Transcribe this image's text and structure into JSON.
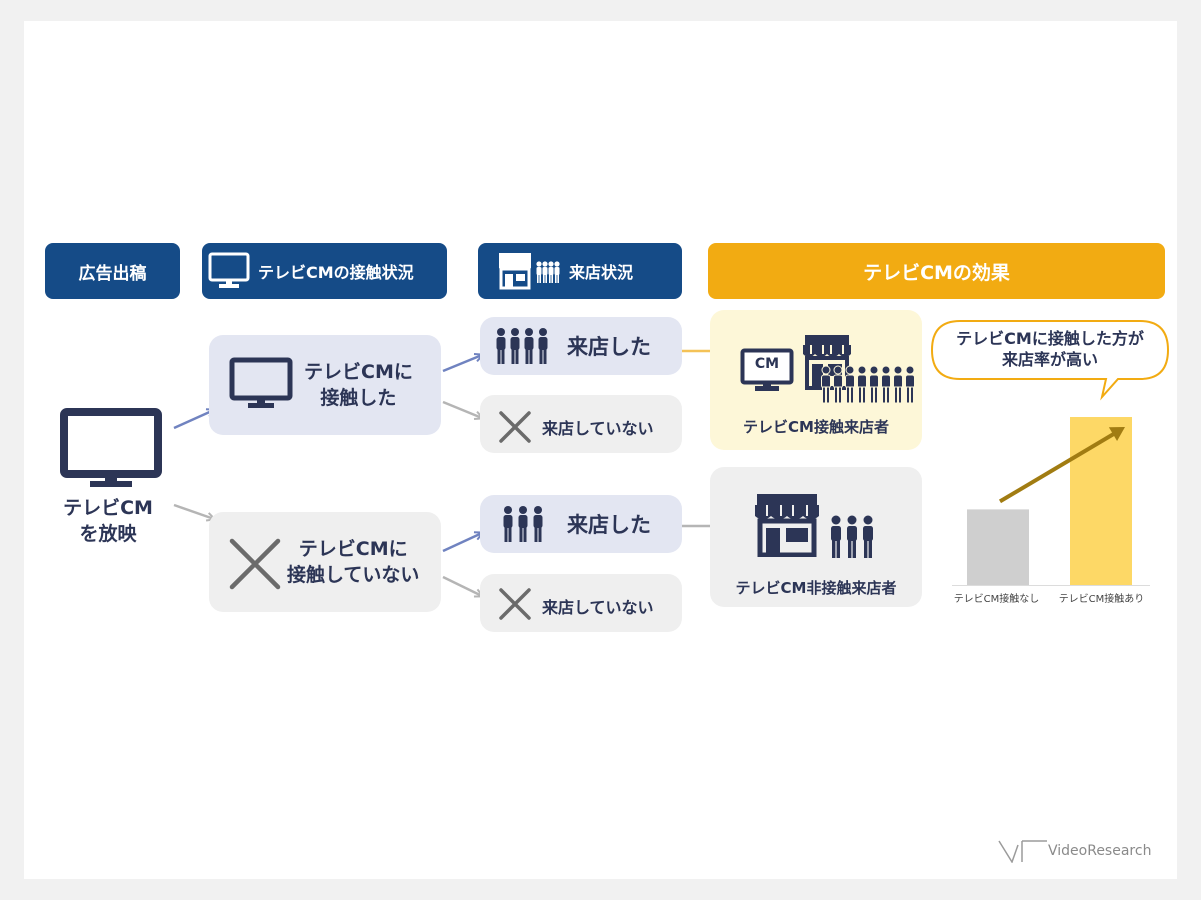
{
  "headers": {
    "ad": "広告出稿",
    "contact": "テレビCMの接触状況",
    "visit": "来店状況",
    "effect": "テレビCMの効果"
  },
  "broadcast": {
    "line1": "テレビCM",
    "line2": "を放映"
  },
  "contacted": {
    "line1": "テレビCMに",
    "line2": "接触した"
  },
  "not_contacted": {
    "line1": "テレビCMに",
    "line2": "接触していない"
  },
  "visited": "来店した",
  "not_visited": "来店していない",
  "cm_badge": "CM",
  "result_contact": "テレビCM接触来店者",
  "result_noncontact": "テレビCM非接触来店者",
  "callout": {
    "line1": "テレビCMに接触した方が",
    "line2": "来店率が高い"
  },
  "colors": {
    "navy": "#154b87",
    "gold": "#f2ab12",
    "bar_high": "#fdd866",
    "bar_low": "#cfcfcf",
    "arrow": "#a17c12"
  },
  "chart_data": {
    "type": "bar",
    "categories": [
      "テレビCM接触なし",
      "テレビCM接触あり"
    ],
    "values": [
      45,
      100
    ],
    "ylim": [
      0,
      100
    ],
    "title": "",
    "xlabel": "",
    "ylabel": "",
    "grid": false,
    "legend": "none",
    "trend_arrow": true
  },
  "brand": {
    "name": "VideoResearch"
  }
}
